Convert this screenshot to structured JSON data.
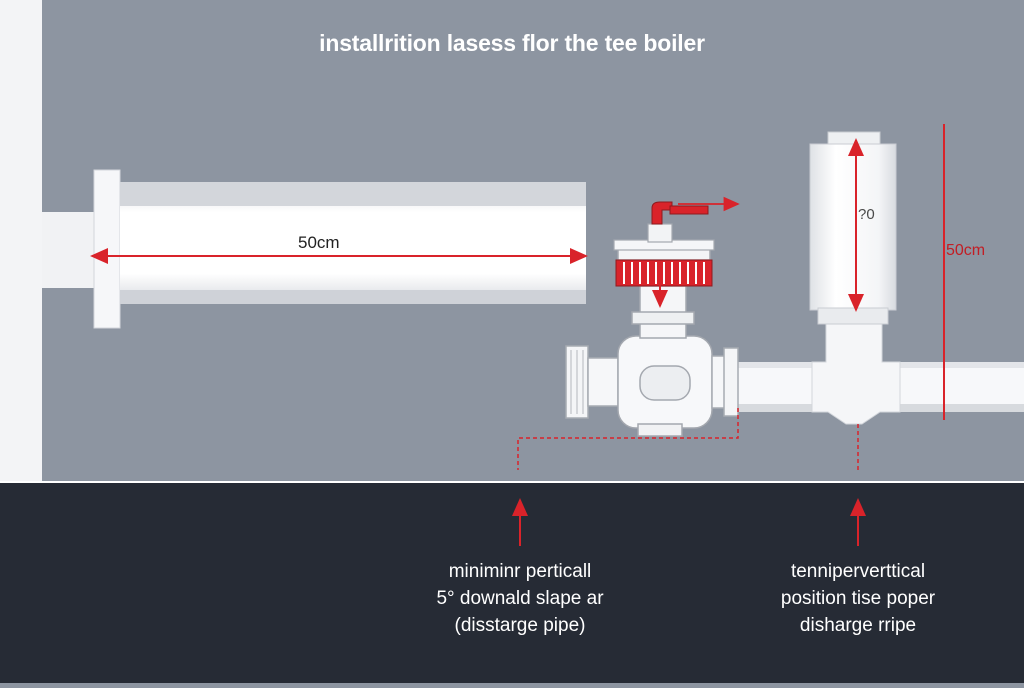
{
  "title": "installrition lasess flor the tee boiler",
  "dimensions": {
    "horizontal_pipe_length": "50cm",
    "vertical_pipe_height": "50cm",
    "vertical_pipe_inner_mark": "?0"
  },
  "annotations": {
    "left": {
      "line1": "miniminr perticall",
      "line2": "5° downald slape ar",
      "line3": "(disstarge pipe)"
    },
    "right": {
      "line1": "tenniperverttical",
      "line2": "position tise poper",
      "line3": "disharge rripe"
    }
  },
  "colors": {
    "wall": "#8d95a1",
    "floor": "#262b35",
    "pipe": "#f6f7f9",
    "accent_red": "#d9232a"
  }
}
